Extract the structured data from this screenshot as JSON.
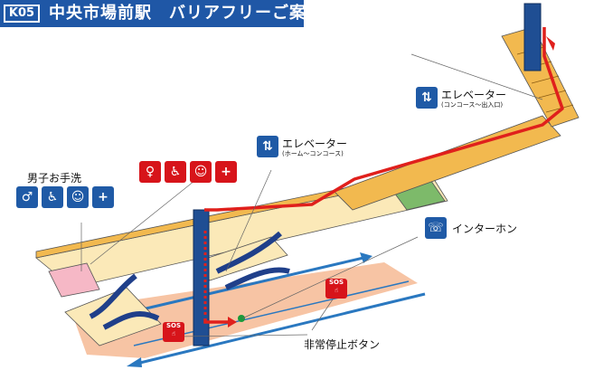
{
  "title": {
    "code": "K05",
    "text": "中央市場前駅　バリアフリーご案内図"
  },
  "labels": {
    "elevator_upper": {
      "main": "エレベーター",
      "sub": "(コンコース〜出入口)"
    },
    "elevator_lower": {
      "main": "エレベーター",
      "sub": "(ホーム〜コンコース)"
    },
    "toilet": "男子お手洗",
    "intercom": "インターホン",
    "emergency": "非常停止ボタン",
    "sos": "SOS"
  },
  "icons": {
    "elevator_upper": "elevator-icon",
    "elevator_lower": "elevator-icon",
    "intercom": "intercom-icon",
    "men_toilet": [
      "man-icon",
      "wheelchair-icon",
      "baby-care-icon",
      "ostomate-icon"
    ],
    "women_toilet": [
      "woman-icon",
      "wheelchair-icon",
      "baby-care-icon",
      "ostomate-icon"
    ],
    "sos": "sos-button-icon"
  },
  "colors": {
    "title_bg": "#1f57a6",
    "route": "#e0201c",
    "platform": "#f7c4a4",
    "concourse": "#fbe9b8",
    "upper_corridor": "#f2b94f",
    "green_area": "#7dba6a",
    "pink_area": "#f6b8c6",
    "elevator": "#1f4e93",
    "track_arrow": "#2a78c0"
  }
}
